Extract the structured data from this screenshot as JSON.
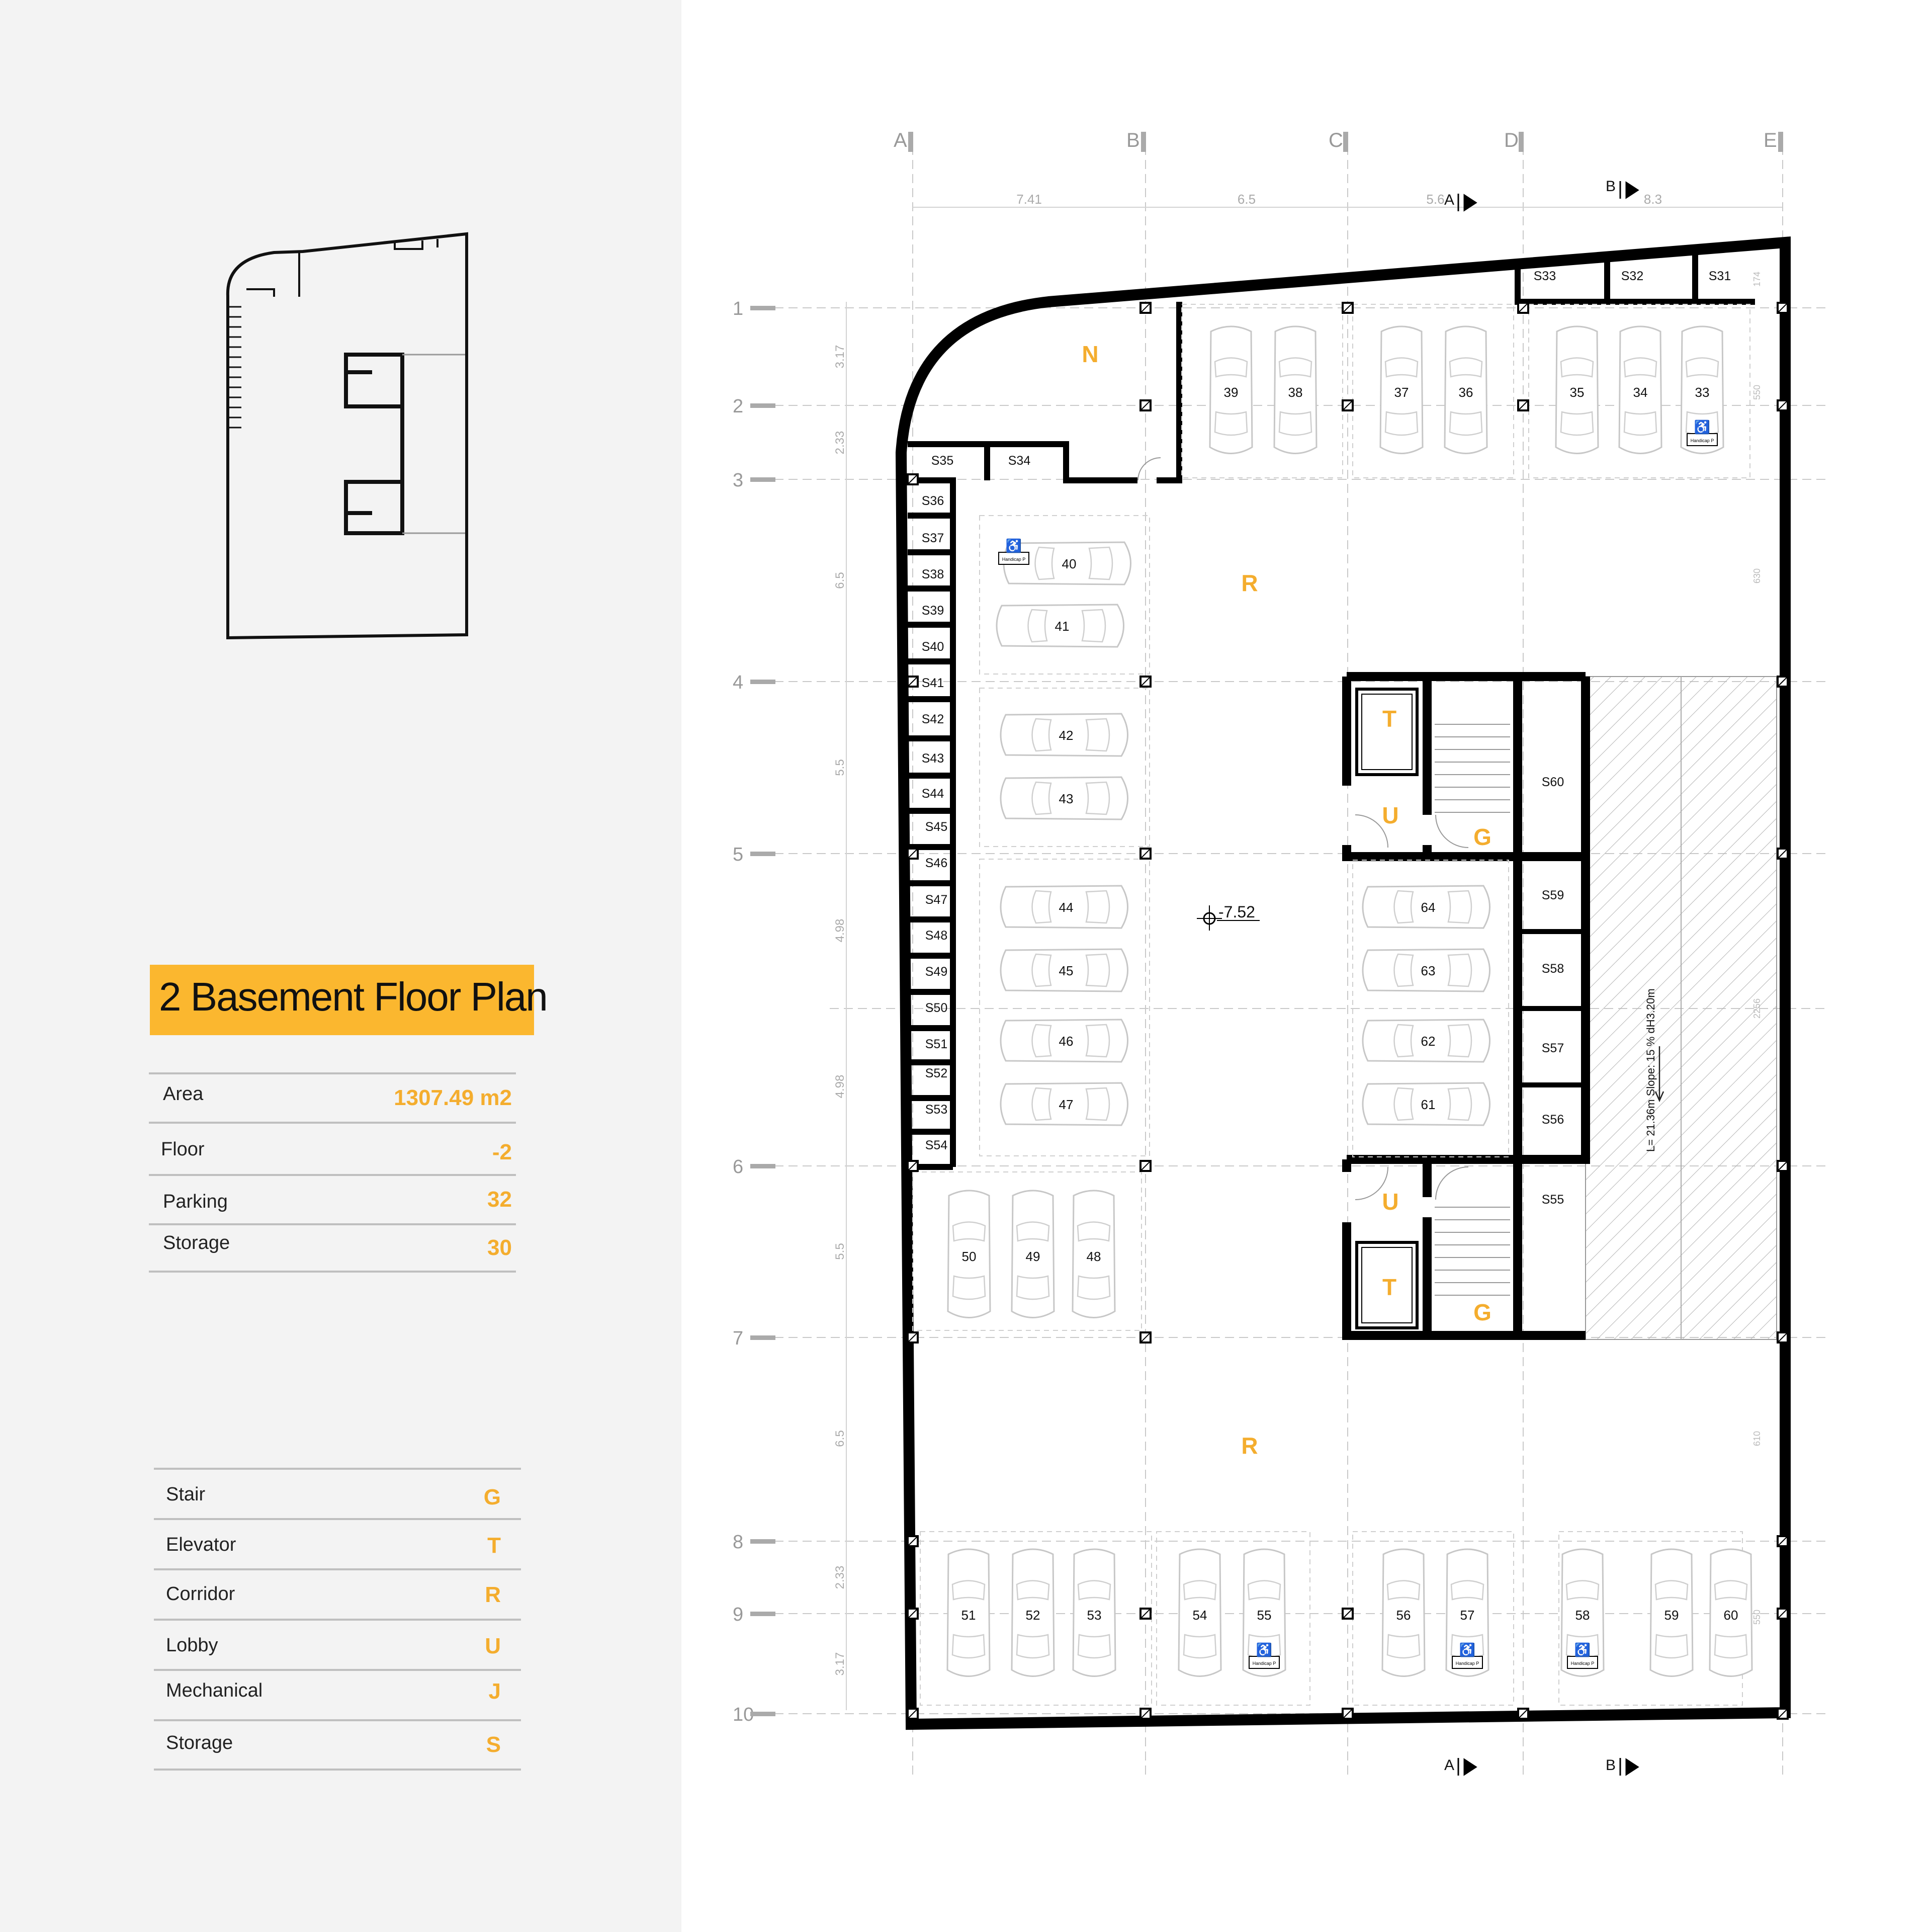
{
  "title": "2 Basement Floor Plan",
  "summary": [
    {
      "label": "Area",
      "value": "1307.49 m2"
    },
    {
      "label": "Floor",
      "value": "-2"
    },
    {
      "label": "Parking",
      "value": "32"
    },
    {
      "label": "Storage",
      "value": "30"
    }
  ],
  "legend": [
    {
      "label": "Stair",
      "code": "G"
    },
    {
      "label": "Elevator",
      "code": "T"
    },
    {
      "label": "Corridor",
      "code": "R"
    },
    {
      "label": "Lobby",
      "code": "U"
    },
    {
      "label": "Mechanical",
      "code": "J"
    },
    {
      "label": "Storage",
      "code": "S"
    }
  ],
  "grid": {
    "columns": [
      "A",
      "B",
      "C",
      "D",
      "E"
    ],
    "rows": [
      "1",
      "2",
      "3",
      "4",
      "5",
      "6",
      "7",
      "8",
      "9",
      "10"
    ],
    "top_dimensions": [
      "7.41",
      "6.5",
      "5.6",
      "8.3"
    ],
    "left_dimensions": [
      "3.17",
      "2.33",
      "6.5",
      "5.5",
      "4.98",
      "4.98",
      "5.5",
      "6.5",
      "2.33",
      "3.17"
    ],
    "right_dimensions": [
      "174",
      "550",
      "630",
      "2256",
      "610",
      "550"
    ]
  },
  "section_marks": {
    "a": "A",
    "b": "B"
  },
  "level": "-7.52",
  "ramp_text": "L= 21.36m  Slope: 15 %   dH3.20m",
  "accessible_tag": "Handicap P",
  "zones": [
    {
      "code": "N"
    },
    {
      "code": "R"
    },
    {
      "code": "R"
    },
    {
      "code": "T"
    },
    {
      "code": "U"
    },
    {
      "code": "G"
    },
    {
      "code": "U"
    },
    {
      "code": "T"
    },
    {
      "code": "G"
    }
  ],
  "parking_spots": [
    {
      "id": "39"
    },
    {
      "id": "38"
    },
    {
      "id": "37"
    },
    {
      "id": "36"
    },
    {
      "id": "35"
    },
    {
      "id": "34"
    },
    {
      "id": "33",
      "accessible": true
    },
    {
      "id": "40",
      "accessible": true
    },
    {
      "id": "41"
    },
    {
      "id": "42"
    },
    {
      "id": "43"
    },
    {
      "id": "44"
    },
    {
      "id": "45"
    },
    {
      "id": "46"
    },
    {
      "id": "47"
    },
    {
      "id": "64"
    },
    {
      "id": "63"
    },
    {
      "id": "62"
    },
    {
      "id": "61"
    },
    {
      "id": "50"
    },
    {
      "id": "49"
    },
    {
      "id": "48"
    },
    {
      "id": "51"
    },
    {
      "id": "52"
    },
    {
      "id": "53"
    },
    {
      "id": "54"
    },
    {
      "id": "55",
      "accessible": true
    },
    {
      "id": "56"
    },
    {
      "id": "57",
      "accessible": true
    },
    {
      "id": "58",
      "accessible": true
    },
    {
      "id": "59"
    },
    {
      "id": "60"
    }
  ],
  "storage_units": [
    "S31",
    "S32",
    "S33",
    "S34",
    "S35",
    "S36",
    "S37",
    "S38",
    "S39",
    "S40",
    "S41",
    "S42",
    "S43",
    "S44",
    "S45",
    "S46",
    "S47",
    "S48",
    "S49",
    "S50",
    "S51",
    "S52",
    "S53",
    "S54",
    "S55",
    "S56",
    "S57",
    "S58",
    "S59",
    "S60"
  ]
}
